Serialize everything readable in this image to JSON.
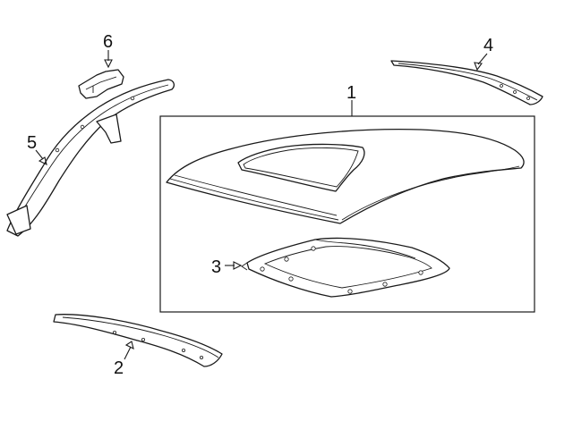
{
  "callouts": {
    "roof_panel": "1",
    "front_header": "2",
    "sunroof_reinforcement": "3",
    "rear_header": "4",
    "side_rail": "5",
    "bracket": "6"
  },
  "icons": [
    "roof-panel-icon",
    "front-header-icon",
    "sunroof-frame-icon",
    "rear-header-icon",
    "side-rail-icon",
    "bracket-icon"
  ],
  "colors": {
    "line": "#1a1a1a",
    "background": "#ffffff"
  }
}
